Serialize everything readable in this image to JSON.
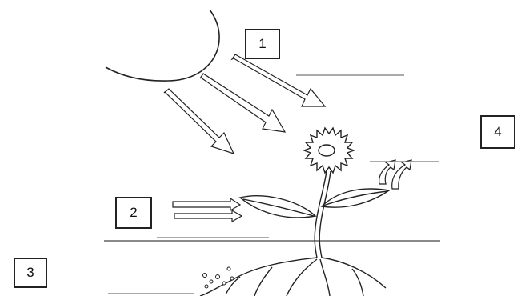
{
  "labels": {
    "box1": "1",
    "box2": "2",
    "box3": "3",
    "box4": "4"
  },
  "icons": [
    "sun-icon",
    "sunlight-arrow-icon",
    "air-arrow-icon",
    "flower-icon",
    "leaf-icon",
    "root-icon",
    "rising-arrow-icon"
  ],
  "colors": {
    "ink": "#222222",
    "answer-line": "#777777"
  }
}
